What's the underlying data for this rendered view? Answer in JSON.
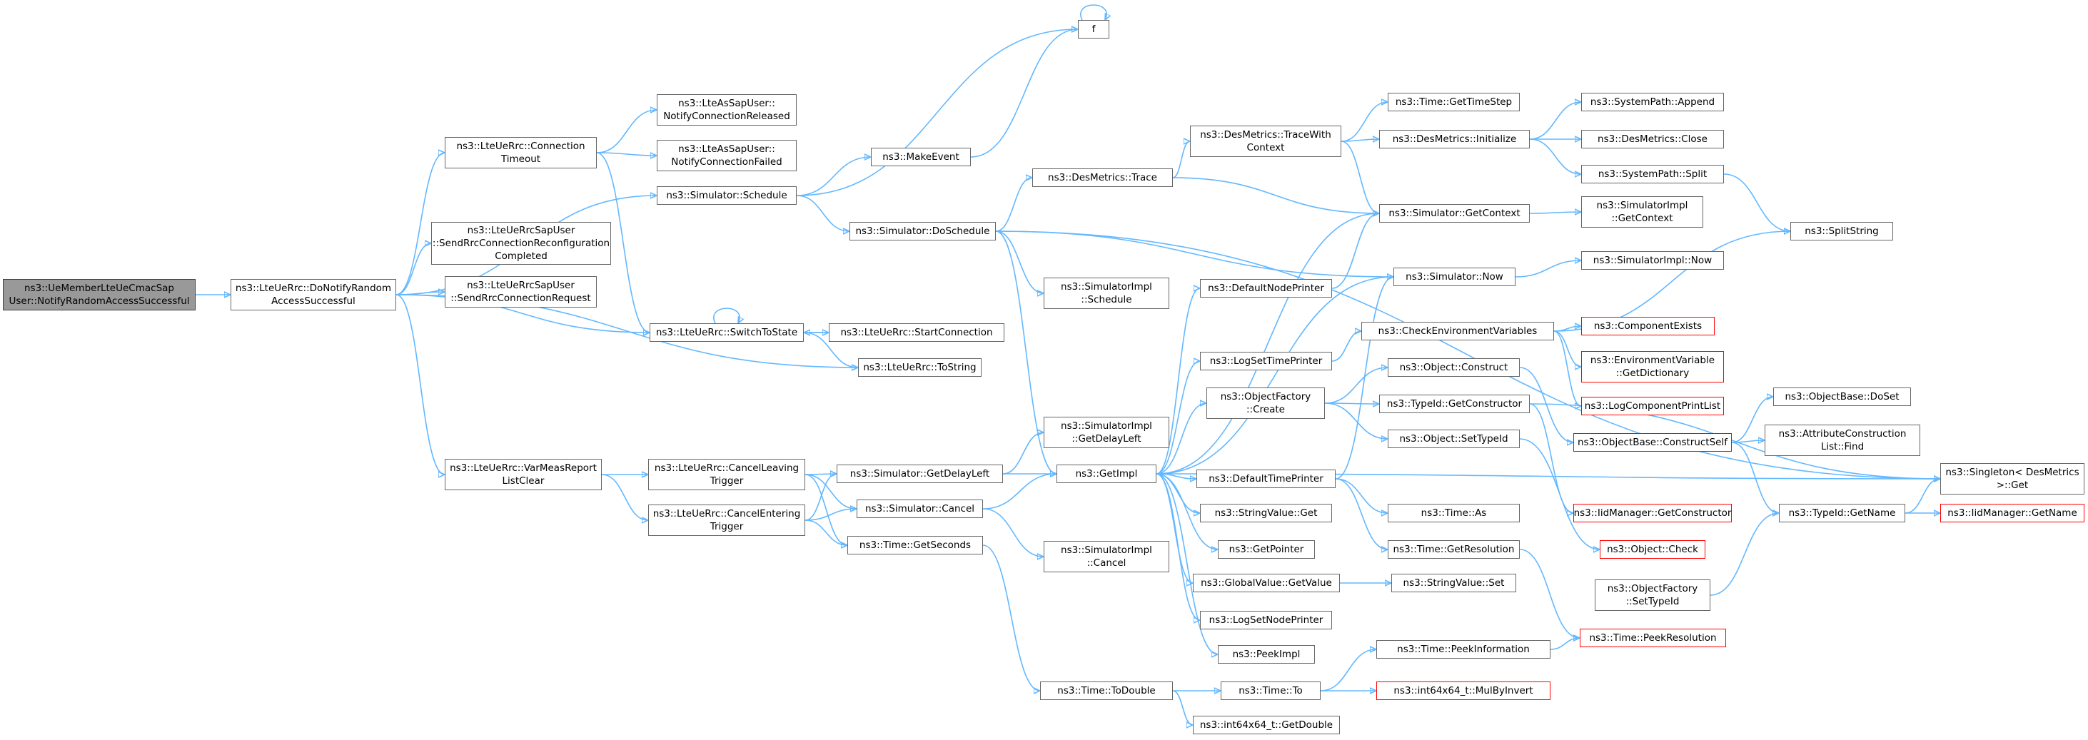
{
  "diagram": {
    "colors": {
      "edge": "#63b8ff",
      "node_border": "#666666",
      "root_fill": "#999999",
      "truncated_border": "#ff0000"
    },
    "nodes": [
      {
        "id": "root",
        "label": "ns3::UeMemberLteUeCmacSap\nUser::NotifyRandomAccessSuccessful",
        "kind": "root"
      },
      {
        "id": "donotify",
        "label": "ns3::LteUeRrc::DoNotifyRandom\nAccessSuccessful"
      },
      {
        "id": "conntimeout",
        "label": "ns3::LteUeRrc::Connection\nTimeout"
      },
      {
        "id": "notifyreleased",
        "label": "ns3::LteAsSapUser::\nNotifyConnectionReleased"
      },
      {
        "id": "notifyfailed",
        "label": "ns3::LteAsSapUser::\nNotifyConnectionFailed"
      },
      {
        "id": "schedule",
        "label": "ns3::Simulator::Schedule"
      },
      {
        "id": "recconf",
        "label": "ns3::LteUeRrcSapUser\n::SendRrcConnectionReconfiguration\nCompleted"
      },
      {
        "id": "reqsap",
        "label": "ns3::LteUeRrcSapUser\n::SendRrcConnectionRequest"
      },
      {
        "id": "switchstate",
        "label": "ns3::LteUeRrc::SwitchToState"
      },
      {
        "id": "startconn",
        "label": "ns3::LteUeRrc::StartConnection"
      },
      {
        "id": "tostring",
        "label": "ns3::LteUeRrc::ToString"
      },
      {
        "id": "varmeas",
        "label": "ns3::LteUeRrc::VarMeasReport\nListClear"
      },
      {
        "id": "cancelleaving",
        "label": "ns3::LteUeRrc::CancelLeaving\nTrigger"
      },
      {
        "id": "cancelentering",
        "label": "ns3::LteUeRrc::CancelEntering\nTrigger"
      },
      {
        "id": "getdelayleft",
        "label": "ns3::Simulator::GetDelayLeft"
      },
      {
        "id": "simcancel",
        "label": "ns3::Simulator::Cancel"
      },
      {
        "id": "getseconds",
        "label": "ns3::Time::GetSeconds"
      },
      {
        "id": "implgetdelayleft",
        "label": "ns3::SimulatorImpl\n::GetDelayLeft"
      },
      {
        "id": "implcancel",
        "label": "ns3::SimulatorImpl\n::Cancel"
      },
      {
        "id": "todouble",
        "label": "ns3::Time::ToDouble"
      },
      {
        "id": "f",
        "label": "f"
      },
      {
        "id": "makeevent",
        "label": "ns3::MakeEvent"
      },
      {
        "id": "doschedule",
        "label": "ns3::Simulator::DoSchedule"
      },
      {
        "id": "desmetricstrace",
        "label": "ns3::DesMetrics::Trace"
      },
      {
        "id": "implschedule",
        "label": "ns3::SimulatorImpl\n::Schedule"
      },
      {
        "id": "getimpl",
        "label": "ns3::GetImpl"
      },
      {
        "id": "tracewithcontext",
        "label": "ns3::DesMetrics::TraceWith\nContext"
      },
      {
        "id": "gettimestep",
        "label": "ns3::Time::GetTimeStep"
      },
      {
        "id": "desinit",
        "label": "ns3::DesMetrics::Initialize"
      },
      {
        "id": "sysappend",
        "label": "ns3::SystemPath::Append"
      },
      {
        "id": "desclose",
        "label": "ns3::DesMetrics::Close"
      },
      {
        "id": "syssplit",
        "label": "ns3::SystemPath::Split"
      },
      {
        "id": "simgetcontext",
        "label": "ns3::Simulator::GetContext"
      },
      {
        "id": "implgetcontext",
        "label": "ns3::SimulatorImpl\n::GetContext"
      },
      {
        "id": "splitstring",
        "label": "ns3::SplitString"
      },
      {
        "id": "simnow",
        "label": "ns3::Simulator::Now"
      },
      {
        "id": "implnow",
        "label": "ns3::SimulatorImpl::Now"
      },
      {
        "id": "defaultnodeprinter",
        "label": "ns3::DefaultNodePrinter"
      },
      {
        "id": "logsettimeprinter",
        "label": "ns3::LogSetTimePrinter"
      },
      {
        "id": "checkenv",
        "label": "ns3::CheckEnvironmentVariables"
      },
      {
        "id": "componentexists",
        "label": "ns3::ComponentExists",
        "truncated": true
      },
      {
        "id": "envdict",
        "label": "ns3::EnvironmentVariable\n::GetDictionary",
        "truncated": true
      },
      {
        "id": "logcompprint",
        "label": "ns3::LogComponentPrintList",
        "truncated": true
      },
      {
        "id": "objfactorycreate",
        "label": "ns3::ObjectFactory\n::Create"
      },
      {
        "id": "objconstruct",
        "label": "ns3::Object::Construct"
      },
      {
        "id": "typeidgetctor",
        "label": "ns3::TypeId::GetConstructor"
      },
      {
        "id": "objsettypeid",
        "label": "ns3::Object::SetTypeId"
      },
      {
        "id": "objbaseconstruct",
        "label": "ns3::ObjectBase::ConstructSelf",
        "truncated": true
      },
      {
        "id": "objbasedoset",
        "label": "ns3::ObjectBase::DoSet"
      },
      {
        "id": "attrfind",
        "label": "ns3::AttributeConstruction\nList::Find"
      },
      {
        "id": "singletonget",
        "label": "ns3::Singleton< DesMetrics\n>::Get"
      },
      {
        "id": "defaulttimeprinter",
        "label": "ns3::DefaultTimePrinter"
      },
      {
        "id": "timeas",
        "label": "ns3::Time::As"
      },
      {
        "id": "stringvalueget",
        "label": "ns3::StringValue::Get"
      },
      {
        "id": "iidgetctor",
        "label": "ns3::IidManager::GetConstructor",
        "truncated": true
      },
      {
        "id": "typeidgetname",
        "label": "ns3::TypeId::GetName"
      },
      {
        "id": "iidgetname",
        "label": "ns3::IidManager::GetName",
        "truncated": true
      },
      {
        "id": "getpointer",
        "label": "ns3::GetPointer"
      },
      {
        "id": "getresolution",
        "label": "ns3::Time::GetResolution"
      },
      {
        "id": "objcheck",
        "label": "ns3::Object::Check",
        "truncated": true
      },
      {
        "id": "globalgetvalue",
        "label": "ns3::GlobalValue::GetValue"
      },
      {
        "id": "stringvalueset",
        "label": "ns3::StringValue::Set"
      },
      {
        "id": "objfactorysettypeid",
        "label": "ns3::ObjectFactory\n::SetTypeId"
      },
      {
        "id": "logsetnodeprinter",
        "label": "ns3::LogSetNodePrinter"
      },
      {
        "id": "peekimpl",
        "label": "ns3::PeekImpl"
      },
      {
        "id": "peekinfo",
        "label": "ns3::Time::PeekInformation"
      },
      {
        "id": "peekresolution",
        "label": "ns3::Time::PeekResolution",
        "truncated": true
      },
      {
        "id": "timeto",
        "label": "ns3::Time::To"
      },
      {
        "id": "mulbyinvert",
        "label": "ns3::int64x64_t::MulByInvert",
        "truncated": true
      },
      {
        "id": "getdouble",
        "label": "ns3::int64x64_t::GetDouble"
      }
    ],
    "edges": [
      [
        "root",
        "donotify"
      ],
      [
        "donotify",
        "conntimeout"
      ],
      [
        "donotify",
        "schedule"
      ],
      [
        "donotify",
        "recconf"
      ],
      [
        "donotify",
        "reqsap"
      ],
      [
        "donotify",
        "switchstate"
      ],
      [
        "donotify",
        "tostring"
      ],
      [
        "donotify",
        "varmeas"
      ],
      [
        "conntimeout",
        "notifyreleased"
      ],
      [
        "conntimeout",
        "notifyfailed"
      ],
      [
        "conntimeout",
        "switchstate"
      ],
      [
        "schedule",
        "f"
      ],
      [
        "schedule",
        "makeevent"
      ],
      [
        "schedule",
        "doschedule"
      ],
      [
        "makeevent",
        "f"
      ],
      [
        "f",
        "f"
      ],
      [
        "switchstate",
        "switchstate"
      ],
      [
        "switchstate",
        "startconn"
      ],
      [
        "switchstate",
        "tostring"
      ],
      [
        "startconn",
        "switchstate"
      ],
      [
        "varmeas",
        "cancelleaving"
      ],
      [
        "varmeas",
        "cancelentering"
      ],
      [
        "cancelleaving",
        "getdelayleft"
      ],
      [
        "cancelleaving",
        "simcancel"
      ],
      [
        "cancelleaving",
        "getseconds"
      ],
      [
        "cancelentering",
        "getdelayleft"
      ],
      [
        "cancelentering",
        "simcancel"
      ],
      [
        "cancelentering",
        "getseconds"
      ],
      [
        "getdelayleft",
        "implgetdelayleft"
      ],
      [
        "getdelayleft",
        "getimpl"
      ],
      [
        "simcancel",
        "getimpl"
      ],
      [
        "simcancel",
        "implcancel"
      ],
      [
        "getseconds",
        "todouble"
      ],
      [
        "doschedule",
        "desmetricstrace"
      ],
      [
        "doschedule",
        "implschedule"
      ],
      [
        "doschedule",
        "getimpl"
      ],
      [
        "doschedule",
        "simnow"
      ],
      [
        "doschedule",
        "singletonget"
      ],
      [
        "desmetricstrace",
        "tracewithcontext"
      ],
      [
        "desmetricstrace",
        "simgetcontext"
      ],
      [
        "tracewithcontext",
        "gettimestep"
      ],
      [
        "tracewithcontext",
        "desinit"
      ],
      [
        "tracewithcontext",
        "simgetcontext"
      ],
      [
        "desinit",
        "sysappend"
      ],
      [
        "desinit",
        "desclose"
      ],
      [
        "desinit",
        "syssplit"
      ],
      [
        "syssplit",
        "splitstring"
      ],
      [
        "simgetcontext",
        "implgetcontext"
      ],
      [
        "simnow",
        "implnow"
      ],
      [
        "getimpl",
        "simgetcontext"
      ],
      [
        "getimpl",
        "defaultnodeprinter"
      ],
      [
        "getimpl",
        "simnow"
      ],
      [
        "getimpl",
        "logsettimeprinter"
      ],
      [
        "getimpl",
        "objfactorycreate"
      ],
      [
        "getimpl",
        "defaulttimeprinter"
      ],
      [
        "getimpl",
        "stringvalueget"
      ],
      [
        "getimpl",
        "getpointer"
      ],
      [
        "getimpl",
        "globalgetvalue"
      ],
      [
        "getimpl",
        "logsetnodeprinter"
      ],
      [
        "getimpl",
        "peekimpl"
      ],
      [
        "getimpl",
        "singletonget"
      ],
      [
        "defaultnodeprinter",
        "simgetcontext"
      ],
      [
        "logsettimeprinter",
        "checkenv"
      ],
      [
        "checkenv",
        "splitstring"
      ],
      [
        "checkenv",
        "componentexists"
      ],
      [
        "checkenv",
        "envdict"
      ],
      [
        "checkenv",
        "logcompprint"
      ],
      [
        "objfactorycreate",
        "objconstruct"
      ],
      [
        "objfactorycreate",
        "typeidgetctor"
      ],
      [
        "objfactorycreate",
        "objsettypeid"
      ],
      [
        "objconstruct",
        "objbaseconstruct"
      ],
      [
        "typeidgetctor",
        "iidgetctor"
      ],
      [
        "typeidgetctor",
        "singletonget"
      ],
      [
        "objsettypeid",
        "objcheck"
      ],
      [
        "objbaseconstruct",
        "objbasedoset"
      ],
      [
        "objbaseconstruct",
        "attrfind"
      ],
      [
        "objbaseconstruct",
        "typeidgetname"
      ],
      [
        "typeidgetname",
        "iidgetname"
      ],
      [
        "typeidgetname",
        "singletonget"
      ],
      [
        "defaulttimeprinter",
        "simnow"
      ],
      [
        "defaulttimeprinter",
        "timeas"
      ],
      [
        "defaulttimeprinter",
        "getresolution"
      ],
      [
        "globalgetvalue",
        "stringvalueset"
      ],
      [
        "getresolution",
        "peekresolution"
      ],
      [
        "objfactorysettypeid",
        "typeidgetname"
      ],
      [
        "todouble",
        "timeto"
      ],
      [
        "todouble",
        "getdouble"
      ],
      [
        "timeto",
        "peekinfo"
      ],
      [
        "timeto",
        "mulbyinvert"
      ],
      [
        "peekinfo",
        "peekresolution"
      ]
    ]
  }
}
